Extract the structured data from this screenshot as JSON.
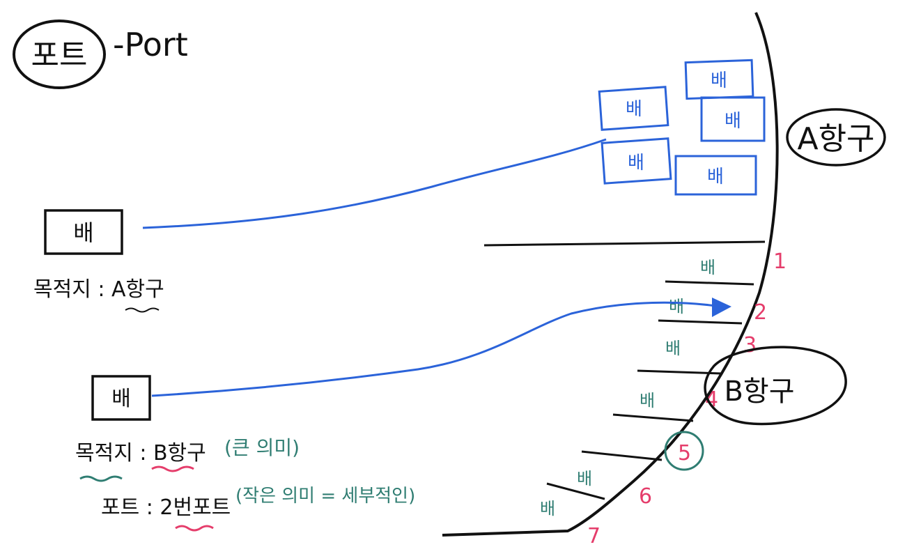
{
  "title": {
    "korean": "포트",
    "english": "-Port"
  },
  "ports": {
    "a_harbor": "A항구",
    "b_harbor": "B항구",
    "berth_numbers": [
      "1",
      "2",
      "3",
      "4",
      "5",
      "6",
      "7"
    ]
  },
  "ships": {
    "label": "배",
    "ship1": {
      "destination_line": "목적지 : A항구"
    },
    "ship2": {
      "destination_line": "목적지 : B항구",
      "destination_note": "(큰 의미)",
      "port_line": "포트 : 2번포트",
      "port_note": "(작은 의미 = 세부적인)"
    }
  },
  "colors": {
    "ink": "#111111",
    "blue": "#2b63d9",
    "teal": "#2f7d72",
    "pink": "#e53d6b"
  }
}
